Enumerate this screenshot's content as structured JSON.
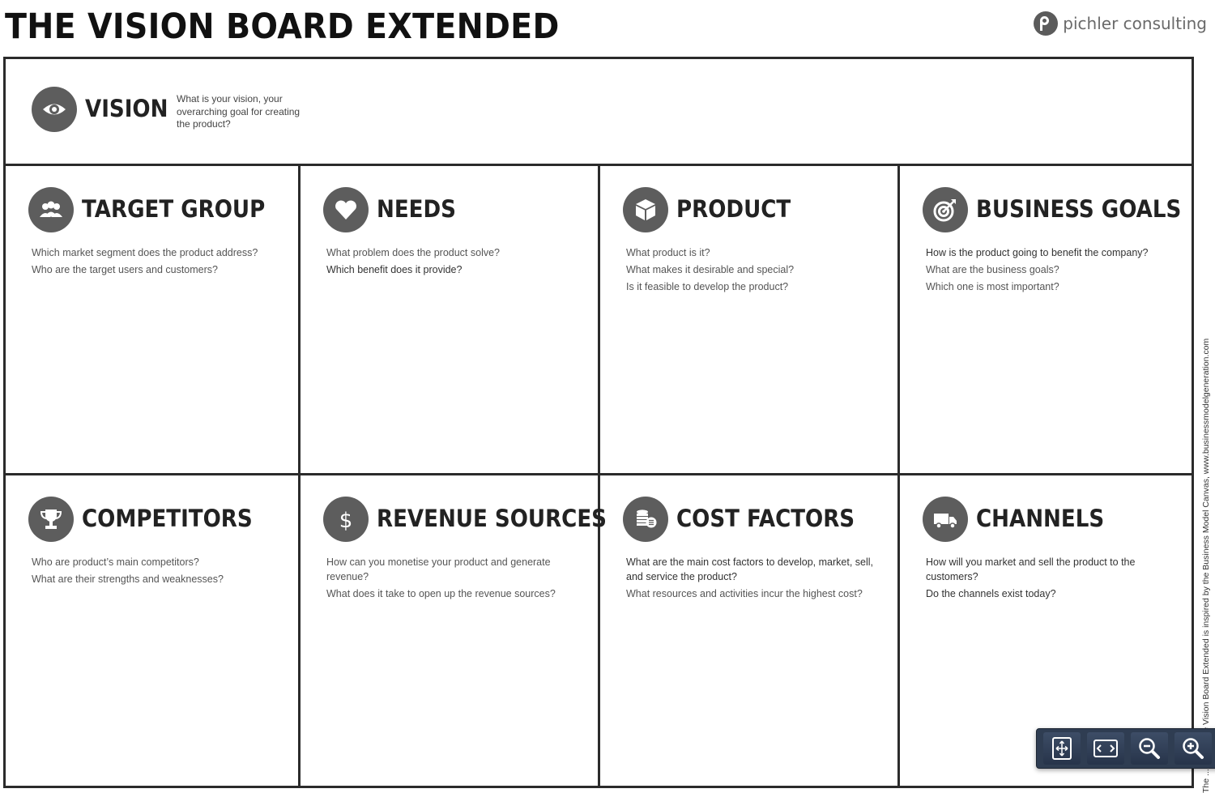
{
  "header": {
    "title": "THE VISION BOARD EXTENDED",
    "brand": "pichler consulting",
    "brand_logo_icon": "pichler-p-logo-icon"
  },
  "vision": {
    "icon": "eye-icon",
    "title": "VISION",
    "question": "What is your vision, your overarching goal for creating the product?"
  },
  "cells": [
    {
      "icon": "users-icon",
      "title": "TARGET GROUP",
      "questions": [
        "Which market segment does the product address?",
        "Who are the target users and customers?"
      ]
    },
    {
      "icon": "heart-icon",
      "title": "NEEDS",
      "questions": [
        "What problem does the product solve?",
        "Which benefit does it provide?"
      ]
    },
    {
      "icon": "box-icon",
      "title": "PRODUCT",
      "questions": [
        "What product is it?",
        "What makes it desirable and special?",
        "Is it feasible to develop the product?"
      ]
    },
    {
      "icon": "target-icon",
      "title": "BUSINESS GOALS",
      "questions": [
        "How is the product going to benefit the company?",
        "What are the business goals?",
        "Which one is most important?"
      ]
    },
    {
      "icon": "trophy-icon",
      "title": "COMPETITORS",
      "questions": [
        "Who are product’s main competitors?",
        "What are their strengths and weaknesses?"
      ]
    },
    {
      "icon": "dollar-icon",
      "title": "REVENUE SOURCES",
      "questions": [
        "How can you monetise your product and generate revenue?",
        "What does it take to open up the revenue sources?"
      ]
    },
    {
      "icon": "coins-icon",
      "title": "COST FACTORS",
      "questions": [
        "What are the main cost factors to develop, market, sell, and service the product?",
        "What resources and activities incur the highest cost?"
      ]
    },
    {
      "icon": "truck-icon",
      "title": "CHANNELS",
      "questions": [
        "How will you market and sell the product to the customers?",
        "Do the channels exist today?"
      ]
    }
  ],
  "side_note": "The ...ction of the Vision Board Extended is inspired by the Business Model Canvas, www.businessmodelgeneration.com",
  "toolbar": {
    "buttons": [
      "fit-page-icon",
      "fit-width-icon",
      "zoom-out-icon",
      "zoom-in-icon"
    ]
  },
  "colors": {
    "border": "#2b2b2b",
    "icon_bg": "#5d5d5d",
    "toolbar_bg": "#2f3d52"
  }
}
